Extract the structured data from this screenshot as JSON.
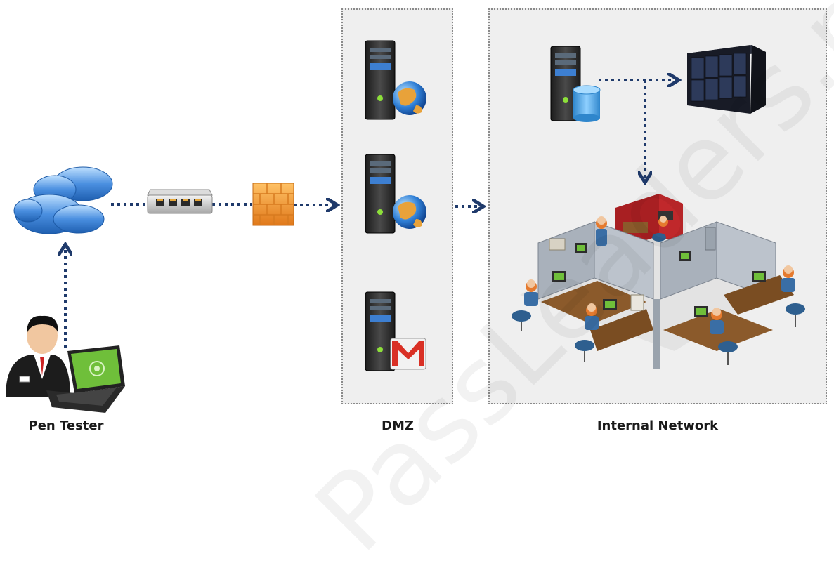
{
  "labels": {
    "pen_tester": "Pen Tester",
    "dmz": "DMZ",
    "internal_network": "Internal Network"
  },
  "icons": {
    "person": "person-icon",
    "laptop": "laptop-icon",
    "cloud": "cloud-icon",
    "switch": "network-switch-icon",
    "firewall": "firewall-icon",
    "web_server": "web-server-icon",
    "mail_server": "mail-server-icon",
    "database_server": "database-server-icon",
    "storage": "storage-array-icon",
    "office": "office-cubicles-icon"
  },
  "colors": {
    "zone_fill": "#efefef",
    "zone_border": "#8a8a8a",
    "connector": "#1f3a6b",
    "cloud": "#3d7fd1",
    "firewall": "#f39c2c",
    "laptop_screen": "#6fbf3a",
    "server_body": "#2e2e2e",
    "globe": "#2f7fd6",
    "database": "#4aa3e0",
    "cubicle_wall": "#a9b1bb",
    "red_office": "#c0282b"
  },
  "watermark": "PassLeaders.net"
}
